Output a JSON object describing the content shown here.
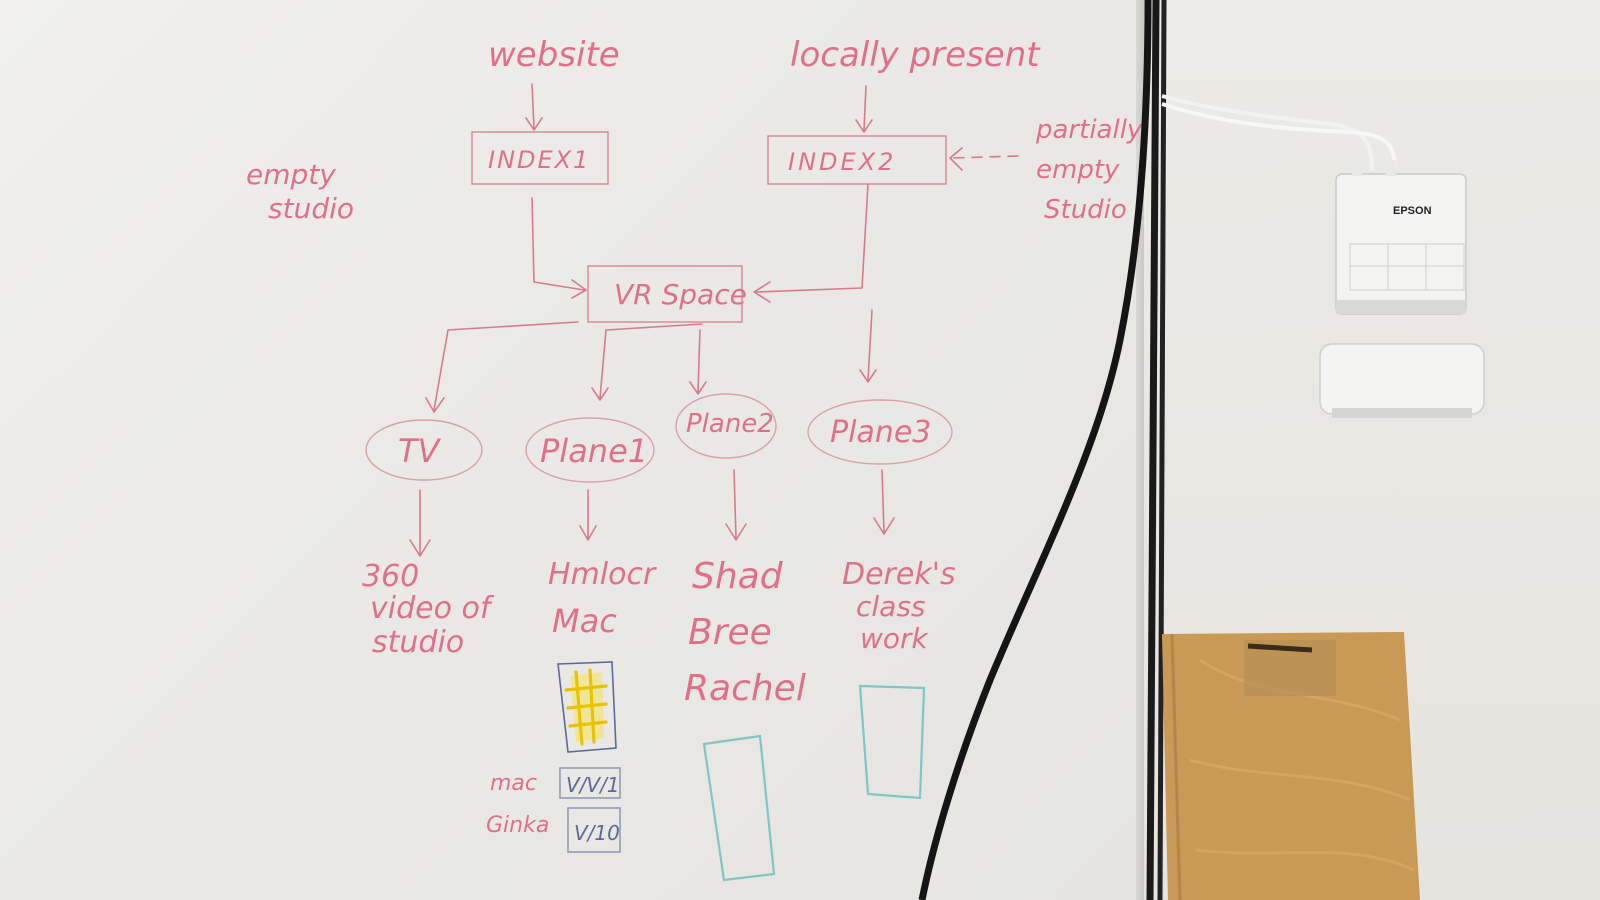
{
  "diagram": {
    "sources": {
      "website": "website",
      "locally_present": "locally present"
    },
    "indexes": {
      "index1": "INDEX1",
      "index2": "INDEX2"
    },
    "side_notes": {
      "empty_studio": [
        "empty",
        "studio"
      ],
      "partially_empty_studio": [
        "partially",
        "empty",
        "Studio"
      ]
    },
    "hub": "VR Space",
    "nodes": [
      "TV",
      "Plane1",
      "Plane2",
      "Plane3"
    ],
    "leaves": {
      "tv": [
        "360",
        "video of",
        "studio"
      ],
      "plane1": [
        "Hmlocr",
        "Mac"
      ],
      "plane2": [
        "Shad",
        "Bree",
        "Rachel"
      ],
      "plane3": [
        "Derek's",
        "class",
        "work"
      ]
    },
    "tally": [
      {
        "name": "mac",
        "mark": "V/V/1"
      },
      {
        "name": "Ginka",
        "mark": "V/10"
      }
    ]
  },
  "device": {
    "brand": "EPSON"
  },
  "colors": {
    "marker_red": "#e0708a",
    "marker_teal": "#7fc6c4",
    "marker_yellow": "#f2d300",
    "wood": "#c99a55"
  }
}
